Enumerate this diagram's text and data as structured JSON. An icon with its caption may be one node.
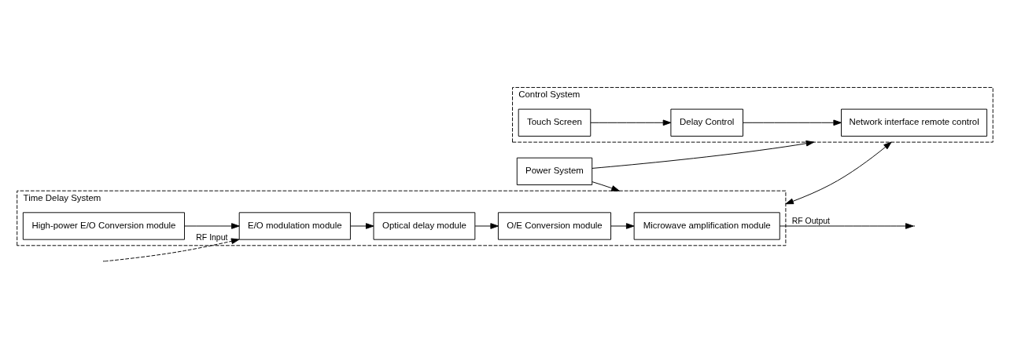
{
  "diagram": {
    "nodes": [
      {
        "text": [
          "Time Delay System"
        ]
      },
      {
        "text": [
          "High-power E/O Conversion module"
        ],
        "in": 0
      },
      {
        "text": [
          "E/O modulation module"
        ],
        "in": 0
      },
      {
        "text": [
          "Optical delay module"
        ],
        "in": 0
      },
      {
        "text": [
          "O/E Conversion module"
        ],
        "in": 0
      },
      {
        "text": [
          "Microwave amplification module"
        ],
        "in": 0
      },
      {
        "text": [
          "Control System"
        ]
      },
      {
        "text": [
          "Touch Screen"
        ],
        "in": 6
      },
      {
        "text": [
          "Delay Control"
        ],
        "in": 6
      },
      {
        "text": [
          "Network interface remote control"
        ],
        "in": 6
      },
      {
        "text": [
          "Power System"
        ]
      }
    ],
    "edges": [
      {
        "from": 1,
        "to": 2,
        "arrow": "to"
      },
      {
        "from": null,
        "to": 2,
        "arrow": "to",
        "label": "RF Input",
        "style": "dashed"
      },
      {
        "from": 2,
        "to": 3,
        "arrow": "to"
      },
      {
        "from": 3,
        "to": 4,
        "arrow": "to"
      },
      {
        "from": 4,
        "to": 5,
        "arrow": "to"
      },
      {
        "from": 5,
        "to": null,
        "arrow": "to",
        "label": "RF Output"
      },
      {
        "from": 10,
        "to": 0,
        "arrow": "to"
      },
      {
        "from": 10,
        "to": 6,
        "arrow": "to"
      },
      {
        "from": 0,
        "to": 6,
        "arrow": "both"
      },
      {
        "from": 7,
        "to": 8,
        "arrow": "to"
      },
      {
        "from": 8,
        "to": 9,
        "arrow": "to"
      }
    ]
  }
}
